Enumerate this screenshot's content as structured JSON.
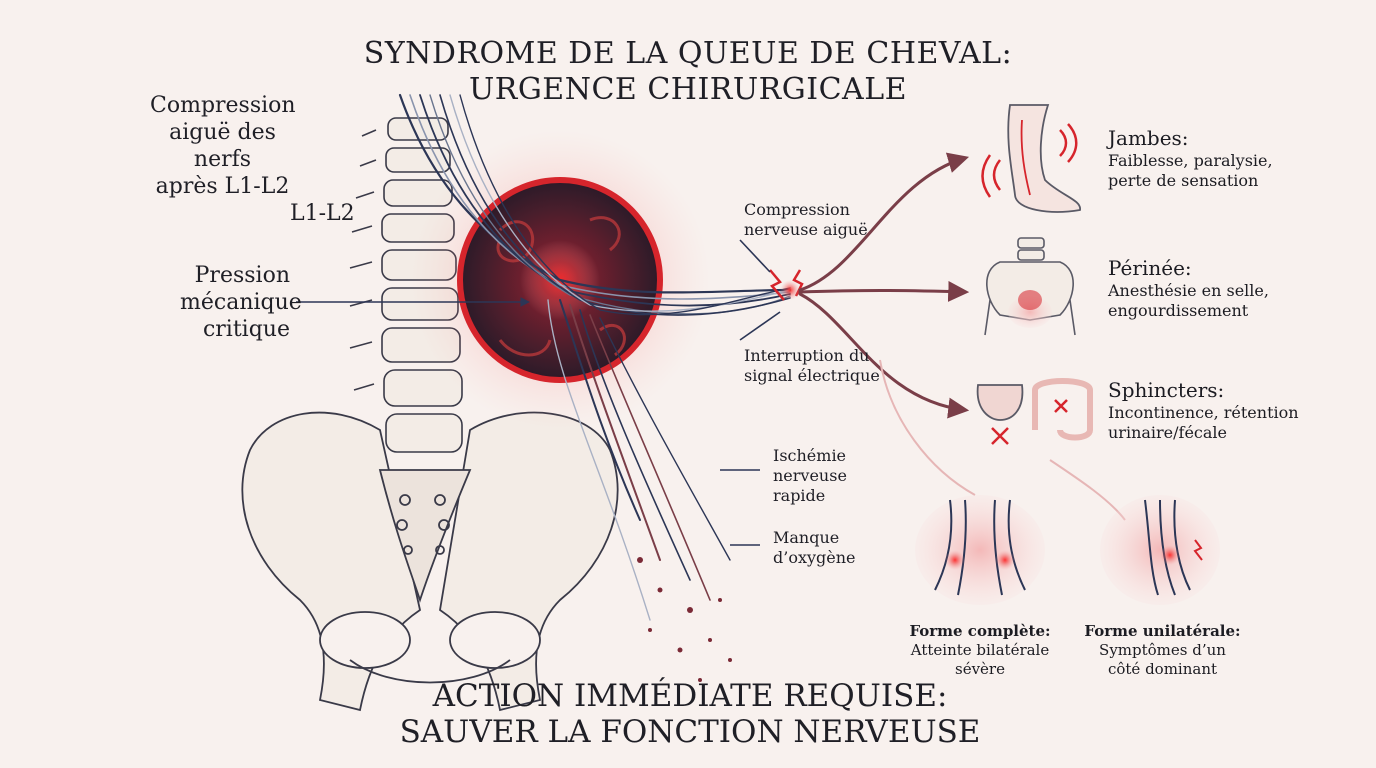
{
  "title": {
    "line1": "SYNDROME DE LA QUEUE DE CHEVAL:",
    "line2": "URGENCE CHIRURGICALE"
  },
  "left_labels": {
    "compression_line1": "Compression",
    "compression_line2": "aiguë des nerfs",
    "compression_line3": "après L1-L2",
    "level": "L1-L2",
    "pressure_line1": "Pression",
    "pressure_line2": "mécanique",
    "pressure_line3": "critique"
  },
  "center_labels": {
    "compression_line1": "Compression",
    "compression_line2": "nerveuse aiguë",
    "interruption_line1": "Interruption du",
    "interruption_line2": "signal électrique",
    "ischemia_line1": "Ischémie",
    "ischemia_line2": "nerveuse",
    "ischemia_line3": "rapide",
    "oxygen_line1": "Manque",
    "oxygen_line2": "d’oxygène"
  },
  "effects": [
    {
      "heading": "Jambes:",
      "line1": "Faiblesse, paralysie,",
      "line2": "perte de sensation"
    },
    {
      "heading": "Périnée:",
      "line1": "Anesthésie en selle,",
      "line2": "engourdissement"
    },
    {
      "heading": "Sphincters:",
      "line1": "Incontinence, rétention",
      "line2": "urinaire/fécale"
    }
  ],
  "forms": [
    {
      "heading": "Forme complète:",
      "line1": "Atteinte bilatérale",
      "line2": "sévère"
    },
    {
      "heading": "Forme unilatérale:",
      "line1": "Symptômes d’un",
      "line2": "côté dominant"
    }
  ],
  "bottom": {
    "line1": "ACTION IMMÉDIATE REQUISE:",
    "line2": "SAUVER LA FONCTION NERVEUSE"
  },
  "colors": {
    "accent_red": "#d6252c",
    "nerve_navy": "#2c3656",
    "arrow_maroon": "#7a3e48",
    "background": "#f8f1ee"
  }
}
